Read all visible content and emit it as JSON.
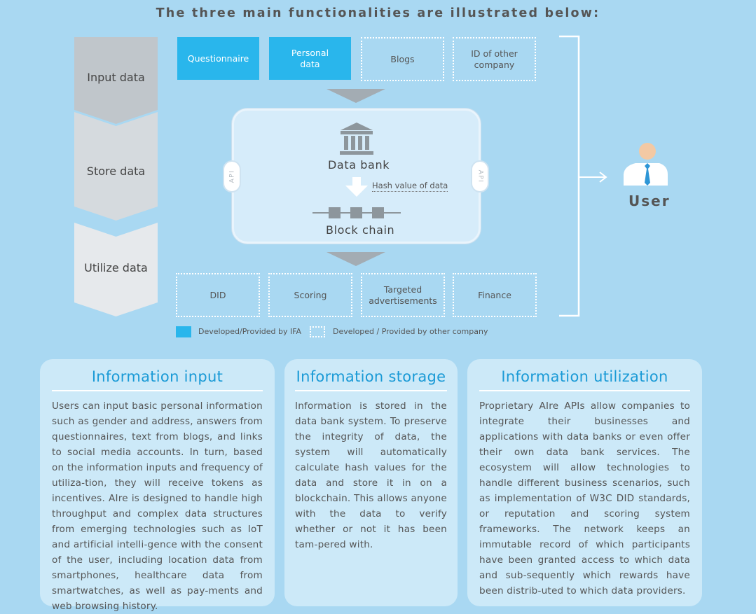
{
  "headline": "The three main functionalities are illustrated below:",
  "process": {
    "input": "Input data",
    "store": "Store data",
    "utilize": "Utilize data"
  },
  "inputs": {
    "questionnaire": "Questionnaire",
    "personal_data": "Personal\ndata",
    "blogs": "Blogs",
    "other_id": "ID of other\ncompany"
  },
  "storage": {
    "data_bank": "Data bank",
    "hash": "Hash value of data",
    "block_chain": "Block chain",
    "api_left": "API",
    "api_right": "API"
  },
  "outputs": {
    "did": "DID",
    "scoring": "Scoring",
    "targeted": "Targeted\nadvertisements",
    "finance": "Finance"
  },
  "legend": {
    "ifa": "Developed/Provided by IFA",
    "other": "Developed / Provided by other company"
  },
  "user_label": "User",
  "colors": {
    "background": "#a9d8f2",
    "ifa_blue": "#29b6ec",
    "card_title": "#1a9ad6"
  },
  "cards": {
    "input": {
      "title": "Information input",
      "body": "Users can input basic personal information such as gender and address, answers from questionnaires, text from blogs, and links to social media accounts. In turn, based on the information inputs and frequency of utiliza-tion, they will receive tokens as incentives. AIre is designed to handle high throughput and complex data structures from emerging technologies such as IoT and artificial intelli-gence with the consent of the user, including location data from smartphones, healthcare data from smartwatches, as well as pay-ments and web browsing history."
    },
    "storage": {
      "title": "Information storage",
      "body": "Information is stored in the data bank system. To preserve the integrity of data, the system will automatically calculate hash values for the data and store it in on a blockchain. This allows anyone with the data to verify whether or not it has been tam-pered with."
    },
    "utilization": {
      "title": "Information utilization",
      "body": "Proprietary AIre APIs allow companies to integrate their businesses and applications with data banks or even offer their own data bank services. The ecosystem will allow technologies to handle different business scenarios, such as implementation of W3C DID standards, or reputation and scoring system frameworks. The network keeps an immutable record of which participants have been granted access to which data and sub-sequently which rewards have been distrib-uted to which data providers."
    }
  }
}
